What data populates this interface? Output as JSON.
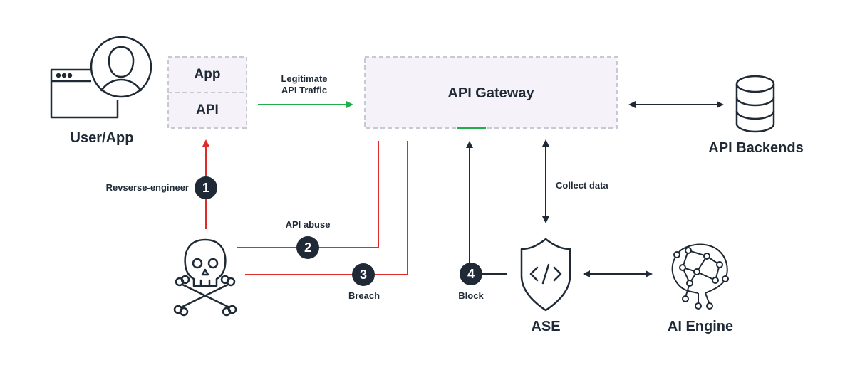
{
  "nodes": {
    "user_app": "User/App",
    "app": "App",
    "api": "API",
    "gateway": "API Gateway",
    "backends": "API Backends",
    "ase": "ASE",
    "ai_engine": "AI Engine"
  },
  "edges": {
    "legitimate_line1": "Legitimate",
    "legitimate_line2": "API Traffic",
    "reverse_engineer": "Revserse-engineer",
    "api_abuse": "API abuse",
    "breach": "Breach",
    "block": "Block",
    "collect_data": "Collect data"
  },
  "steps": [
    "1",
    "2",
    "3",
    "4"
  ],
  "colors": {
    "attack": "#e02b2b",
    "legit": "#1fae4b",
    "dark": "#1f2a36",
    "box_fill": "#f5f3f9",
    "box_border": "#c9c9d3"
  }
}
